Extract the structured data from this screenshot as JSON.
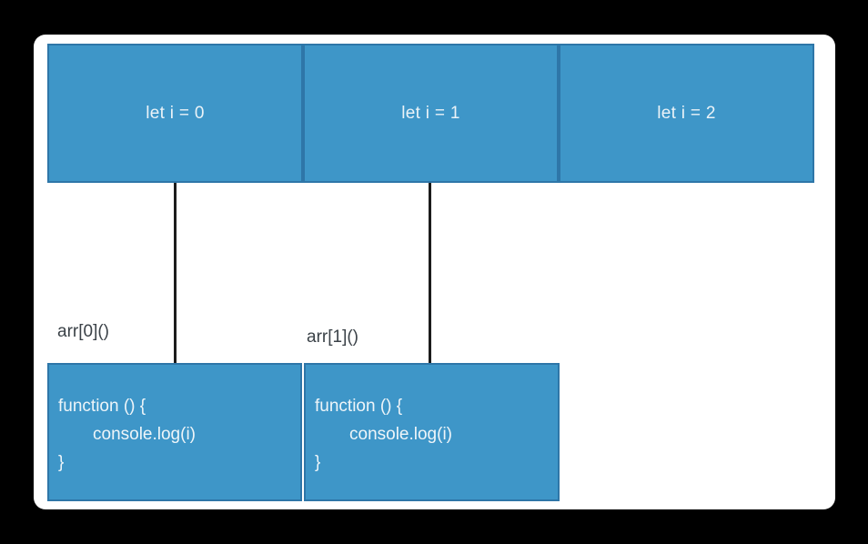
{
  "diagram": {
    "background_color": "#000000",
    "panel_color": "#ffffff",
    "box_fill_color": "#3e96c8",
    "box_border_color": "#2e76a8",
    "connector_color": "#1c1c1c",
    "scopes": [
      {
        "label": "let i = 0"
      },
      {
        "label": "let i = 1"
      },
      {
        "label": "let i = 2"
      }
    ],
    "calls": [
      {
        "label": "arr[0]()"
      },
      {
        "label": "arr[1]()"
      }
    ],
    "functions": [
      {
        "line1": "function () {",
        "line2": "console.log(i)",
        "line3": "}"
      },
      {
        "line1": "function () {",
        "line2": "console.log(i)",
        "line3": "}"
      }
    ]
  }
}
